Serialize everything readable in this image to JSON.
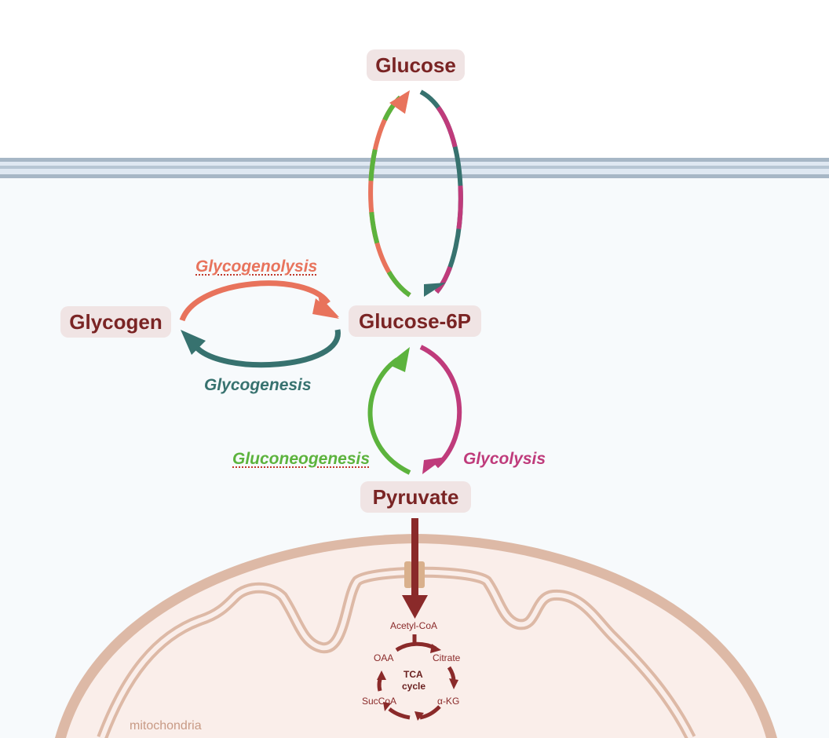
{
  "nodes": {
    "glucose": "Glucose",
    "glucose6p": "Glucose-6P",
    "glycogen": "Glycogen",
    "pyruvate": "Pyruvate"
  },
  "pathways": {
    "glycogenolysis": "Glycogenolysis",
    "glycogenesis": "Glycogenesis",
    "gluconeogenesis": "Gluconeogenesis",
    "glycolysis": "Glycolysis"
  },
  "tca": {
    "acetyl_coa": "Acetyl-CoA",
    "citrate": "Citrate",
    "akg": "α-KG",
    "succoa": "SucCoA",
    "oaa": "OAA",
    "center_line1": "TCA",
    "center_line2": "cycle"
  },
  "mitochondria_label": "mitochondria",
  "colors": {
    "glycogenolysis": "#e8735c",
    "glycogenesis": "#37726f",
    "gluconeogenesis": "#5cb33d",
    "glycolysis": "#bf3b7b",
    "node_text": "#7a2424",
    "node_bg": "#f0e4e4",
    "membrane": "#a7b7c6",
    "cytoplasm": "#f7fafc",
    "mito_fill": "#faeeea",
    "mito_edge": "#ddb9a6"
  }
}
